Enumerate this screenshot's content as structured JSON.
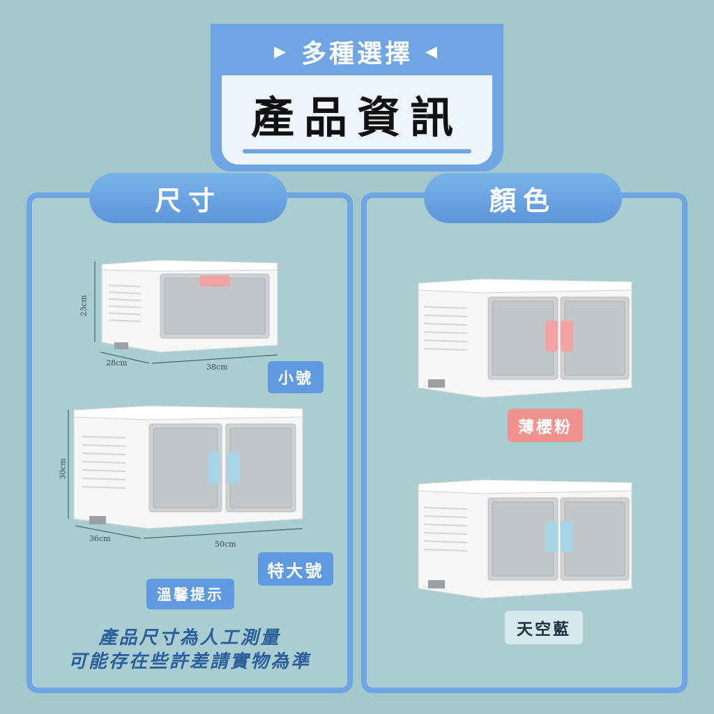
{
  "header": {
    "subtitle": "多種選擇",
    "title": "產品資訊",
    "arrow_left": "▶",
    "arrow_right": "◀"
  },
  "sizes_panel": {
    "tab_label": "尺寸",
    "small": {
      "label": "小號",
      "height": "23cm",
      "depth": "28cm",
      "width": "38cm"
    },
    "xl": {
      "label": "特大號",
      "height": "30cm",
      "depth": "36cm",
      "width": "50cm"
    },
    "tip_label": "溫馨提示",
    "note_line1": "產品尺寸為人工測量",
    "note_line2": "可能存在些許差請實物為準"
  },
  "colors_panel": {
    "tab_label": "顏色",
    "pink": {
      "label": "薄櫻粉",
      "handle_color": "#f2a4a4"
    },
    "blue": {
      "label": "天空藍",
      "handle_color": "#a7d4e6"
    }
  },
  "colors": {
    "accent": "#6fa5e3",
    "background": "#a3c8cc"
  }
}
